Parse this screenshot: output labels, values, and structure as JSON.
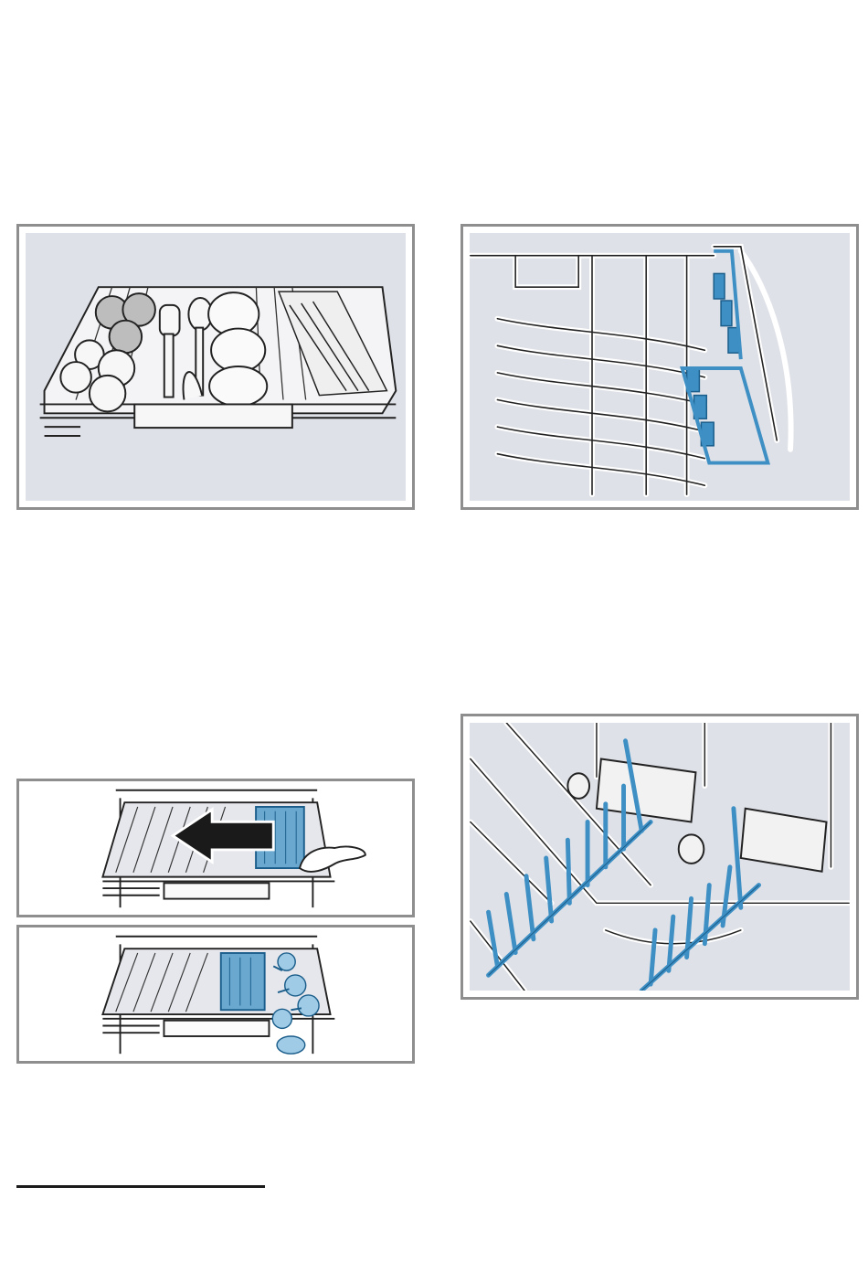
{
  "figures": [
    {
      "id": "upper-basket-loaded",
      "icon": "dish-rack-illustration"
    },
    {
      "id": "rack-rows-blue",
      "icon": "rack-fold-tines-illustration"
    },
    {
      "id": "cutlery-drawer-slide",
      "icon": "arrow-left-icon"
    },
    {
      "id": "cutlery-drawer-glasses",
      "icon": "glass-holder-illustration"
    },
    {
      "id": "tine-rows-hinges",
      "icon": "fold-tines-illustration"
    }
  ],
  "colors": {
    "frame": "#8e8e8e",
    "panel": "#dfe1e8",
    "line": "#1a1a1a",
    "accent_blue": "#3d8fc4",
    "wire": "#ffffff"
  }
}
